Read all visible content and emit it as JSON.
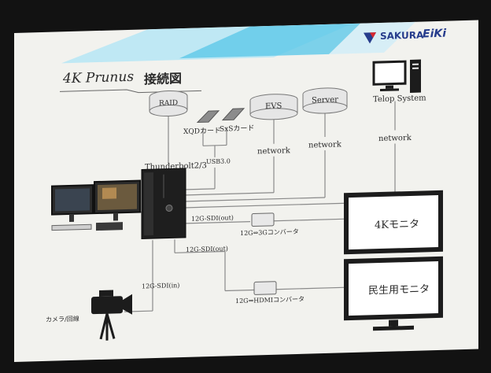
{
  "brand": {
    "name_a": "SAKURA",
    "name_b": "EiKi",
    "accent": "#d9282f",
    "navy": "#263c8c"
  },
  "title": {
    "main": "4K Prunus",
    "sub": "接続図"
  },
  "nodes": {
    "raid": "RAID",
    "evs": "EVS",
    "server": "Server",
    "telop": "Telop System",
    "xqd": "XQDカード",
    "sxs": "SxSカード",
    "monitor_4k": "4Kモニタ",
    "monitor_consumer": "民生用モニタ",
    "camera": "カメラ/回線"
  },
  "links": {
    "thunderbolt": "Thunderbolt2/3",
    "usb": "USB3.0",
    "net1": "network",
    "net2": "network",
    "net3": "network",
    "sdi_out1": "12G-SDI(out)",
    "sdi_out2": "12G-SDI(out)",
    "sdi_in": "12G-SDI(in)",
    "conv_3g": "12G⇒3Gコンバータ",
    "conv_hdmi": "12G⇒HDMIコンバータ"
  },
  "colors": {
    "slide": "#f2f2ee",
    "cyan": "#5ec8e8",
    "line": "#7a7a7a",
    "dark": "#1c1c1c"
  }
}
